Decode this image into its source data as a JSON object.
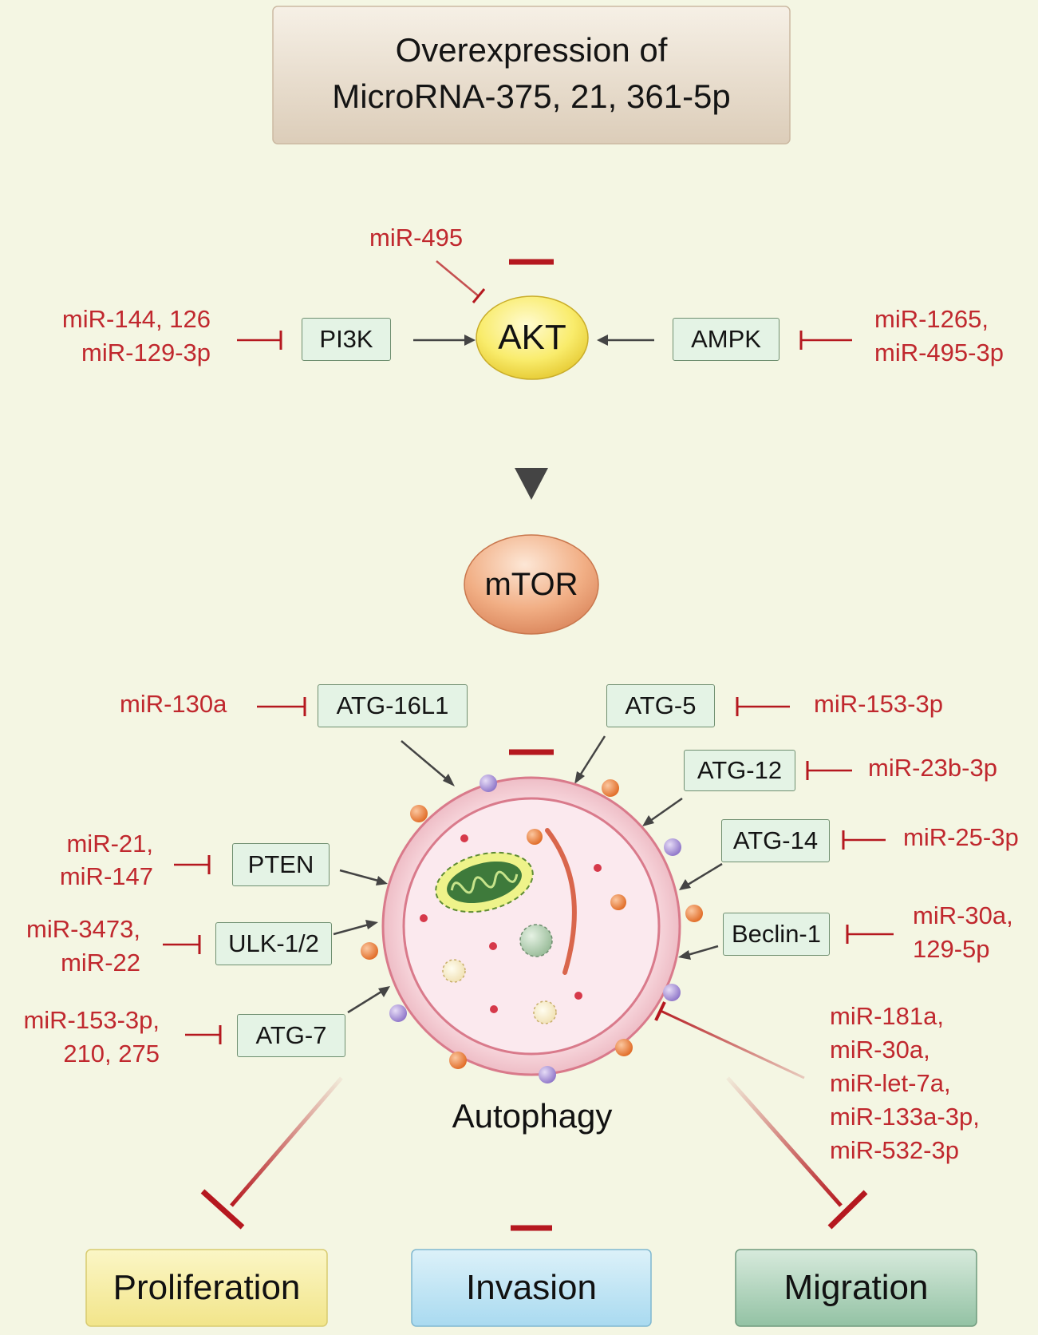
{
  "top_box": {
    "line1": "Overexpression of",
    "line2": "MicroRNA-375, 21, 361-5p"
  },
  "nodes": {
    "akt": "AKT",
    "mtor": "mTOR",
    "autophagy": "Autophagy"
  },
  "genes": {
    "pi3k": "PI3K",
    "ampk": "AMPK",
    "atg16l1": "ATG-16L1",
    "atg5": "ATG-5",
    "atg12": "ATG-12",
    "atg14": "ATG-14",
    "pten": "PTEN",
    "ulk": "ULK-1/2",
    "atg7": "ATG-7",
    "beclin1": "Beclin-1"
  },
  "mirs": {
    "mir495": "miR-495",
    "pi3k_1": "miR-144, 126",
    "pi3k_2": "miR-129-3p",
    "ampk_1": "miR-1265,",
    "ampk_2": "miR-495-3p",
    "atg16l1": "miR-130a",
    "atg5": "miR-153-3p",
    "atg12": "miR-23b-3p",
    "atg14": "miR-25-3p",
    "pten_1": "miR-21,",
    "pten_2": "miR-147",
    "ulk_1": "miR-3473,",
    "ulk_2": "miR-22",
    "atg7_1": "miR-153-3p,",
    "atg7_2": "210, 275",
    "beclin_1": "miR-30a,",
    "beclin_2": "129-5p",
    "auto_1": "miR-181a,",
    "auto_2": "miR-30a,",
    "auto_3": "miR-let-7a,",
    "auto_4": "miR-133a-3p,",
    "auto_5": "miR-532-3p"
  },
  "outcomes": {
    "proliferation": "Proliferation",
    "invasion": "Invasion",
    "migration": "Migration"
  },
  "colors": {
    "inhibit": "#b5181f",
    "activate": "#444444",
    "background": "#f4f6e3",
    "gene_box": "#e4f3e5"
  }
}
